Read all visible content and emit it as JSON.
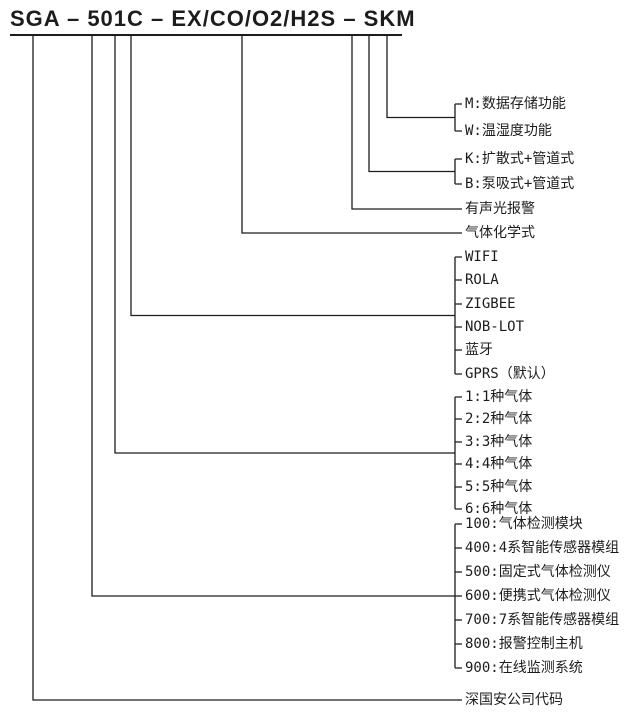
{
  "title": {
    "text": "SGA – 501C – EX/CO/O2/H2S – SKM"
  },
  "groups": [
    {
      "name": "storage-function",
      "attached_to": "M",
      "items": [
        "M:数据存储功能",
        "W:温湿度功能"
      ]
    },
    {
      "name": "sampling-method",
      "attached_to": "K",
      "items": [
        "K:扩散式+管道式",
        "B:泵吸式+管道式"
      ]
    },
    {
      "name": "alarm-type",
      "attached_to": "S",
      "items": [
        "有声光报警"
      ]
    },
    {
      "name": "gas-formula",
      "attached_to": "EX/CO/O2/H2S",
      "items": [
        "气体化学式"
      ]
    },
    {
      "name": "communication-type",
      "attached_to": "C",
      "items": [
        "WIFI",
        "ROLA",
        "ZIGBEE",
        "NOB-LOT",
        "蓝牙",
        "GPRS（默认）"
      ]
    },
    {
      "name": "gas-count",
      "attached_to": "1",
      "items": [
        "1:1种气体",
        "2:2种气体",
        "3:3种气体",
        "4:4种气体",
        "5:5种气体",
        "6:6种气体"
      ]
    },
    {
      "name": "product-series",
      "attached_to": "5",
      "items": [
        "100:气体检测模块",
        "400:4系智能传感器模组",
        "500:固定式气体检测仪",
        "600:便携式气体检测仪",
        "700:7系智能传感器模组",
        "800:报警控制主机",
        "900:在线监测系统"
      ]
    },
    {
      "name": "company-code",
      "attached_to": "SGA",
      "items": [
        "深国安公司代码"
      ]
    }
  ],
  "colors": {
    "background": "#ffffff",
    "line": "#1c1c1c",
    "text": "#1c1c1c"
  }
}
